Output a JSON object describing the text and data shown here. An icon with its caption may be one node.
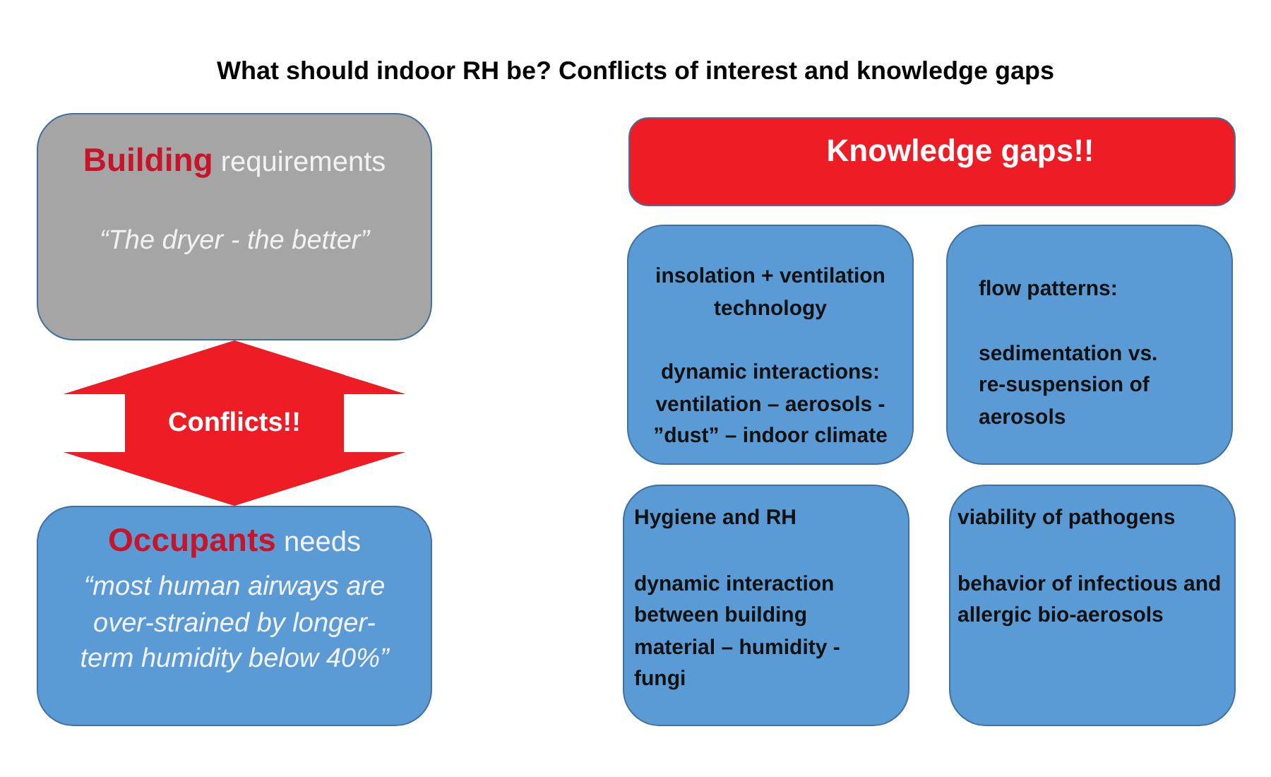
{
  "diagram": {
    "title": "What should indoor RH be? Conflicts of interest and knowledge gaps",
    "nodes": [
      {
        "text": [
          "**Building** requirements",
          "“The dryer - the better”"
        ]
      },
      {
        "text": [
          "**Occupants** needs",
          "“most human airways are over-strained by longer-term humidity below 40%”"
        ]
      },
      {
        "text": [
          "Knowledge gaps!!"
        ]
      },
      {
        "text": [
          "insolation + ventilation technology",
          "dynamic interactions: ventilation – aerosols - ”dust” – indoor climate"
        ]
      },
      {
        "text": [
          "flow patterns:",
          "sedimentation vs. re-suspension of aerosols"
        ]
      },
      {
        "text": [
          "Hygiene and RH",
          "dynamic interaction between building material – humidity - fungi"
        ]
      },
      {
        "text": [
          "viability of pathogens",
          "behavior of infectious and allergic bio-aerosols"
        ]
      }
    ],
    "edges": [
      {
        "from": 0,
        "to": 1,
        "arrow": "both",
        "label": "Conflicts!!",
        "color": "#ee1c25"
      }
    ]
  }
}
